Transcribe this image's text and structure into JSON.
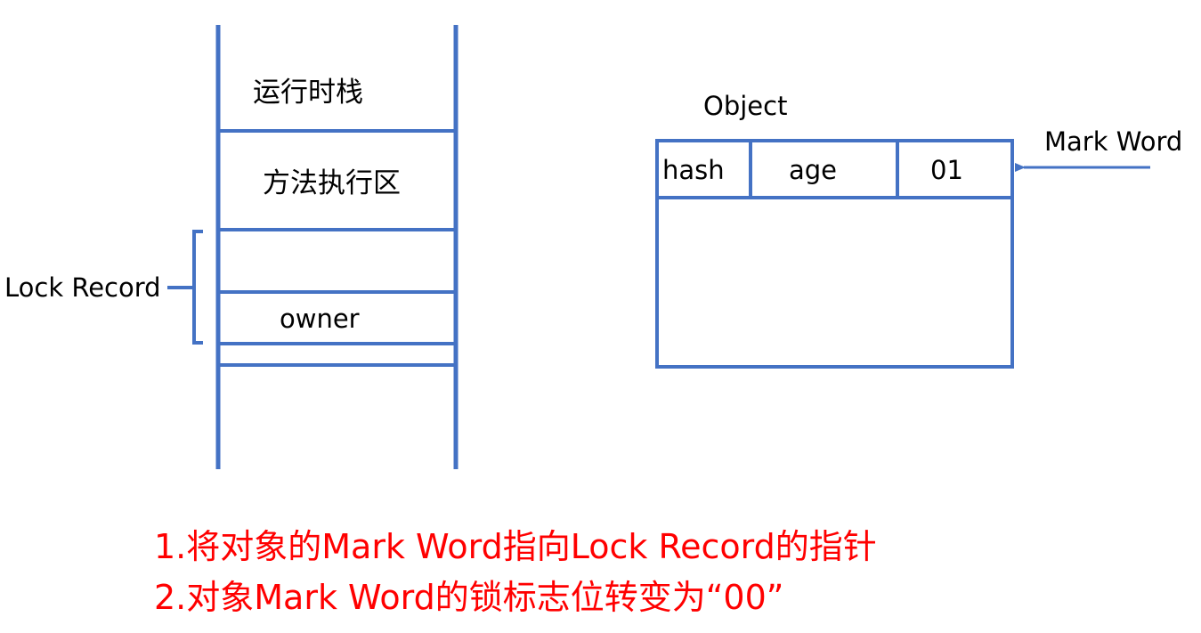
{
  "stack": {
    "section_runtime": "运行时栈",
    "section_method": "方法执行区",
    "lock_record_label": "Lock Record",
    "owner_label": "owner"
  },
  "object": {
    "title": "Object",
    "mark_word_fields": {
      "hash": "hash",
      "age": "age",
      "flag": "01"
    },
    "mark_word_label": "Mark Word"
  },
  "notes": [
    "1.将对象的Mark Word指向Lock Record的指针",
    "2.对象Mark Word的锁标志位转变为“00”"
  ],
  "colors": {
    "structure": "#4472c4",
    "notes": "#ff0000",
    "text": "#000000"
  }
}
